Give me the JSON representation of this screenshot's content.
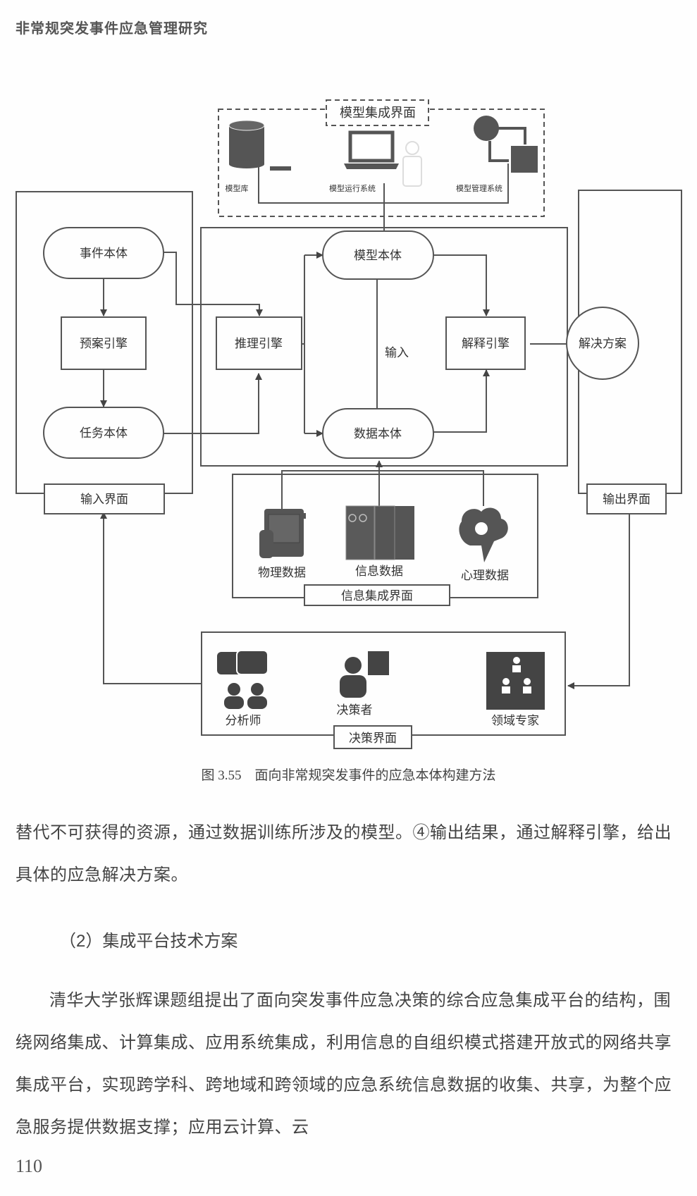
{
  "header": {
    "running_title": "非常规突发事件应急管理研究"
  },
  "figure": {
    "model_interface": {
      "title": "模型集成界面",
      "items": [
        {
          "label": "模型库",
          "icon": "database-icon"
        },
        {
          "label": "模型运行系统",
          "icon": "laptop-user-icon"
        },
        {
          "label": "模型管理系统",
          "icon": "workflow-cycle-icon"
        }
      ]
    },
    "input_interface": {
      "title": "输入界面",
      "nodes": {
        "event_ontology": "事件本体",
        "plan_engine": "预案引擎",
        "task_ontology": "任务本体"
      }
    },
    "core": {
      "reasoning_engine": "推理引擎",
      "model_ontology": "模型本体",
      "data_ontology": "数据本体",
      "explanation_engine": "解释引擎",
      "input_label": "输入"
    },
    "output_interface": {
      "title": "输出界面",
      "solution": "解决方案"
    },
    "info_interface": {
      "title": "信息集成界面",
      "items": [
        {
          "label": "物理数据",
          "icon": "device-icon"
        },
        {
          "label": "信息数据",
          "icon": "server-cabinet-icon"
        },
        {
          "label": "心理数据",
          "icon": "brain-idea-icon"
        }
      ]
    },
    "decision_interface": {
      "title": "决策界面",
      "items": [
        {
          "label": "分析师",
          "icon": "analysts-chat-icon"
        },
        {
          "label": "决策者",
          "icon": "decision-maker-icon"
        },
        {
          "label": "领域专家",
          "icon": "domain-expert-icon"
        }
      ]
    },
    "caption": "图 3.55　面向非常规突发事件的应急本体构建方法"
  },
  "body": {
    "para1": "替代不可获得的资源，通过数据训练所涉及的模型。④输出结果，通过解释引擎，给出具体的应急解决方案。",
    "heading": "（2）集成平台技术方案",
    "para2": "清华大学张辉课题组提出了面向突发事件应急决策的综合应急集成平台的结构，围绕网络集成、计算集成、应用系统集成，利用信息的自组织模式搭建开放式的网络共享集成平台，实现跨学科、跨地域和跨领域的应急系统信息数据的收集、共享，为整个应急服务提供数据支撑；应用云计算、云"
  },
  "footer": {
    "page_number": "110"
  }
}
